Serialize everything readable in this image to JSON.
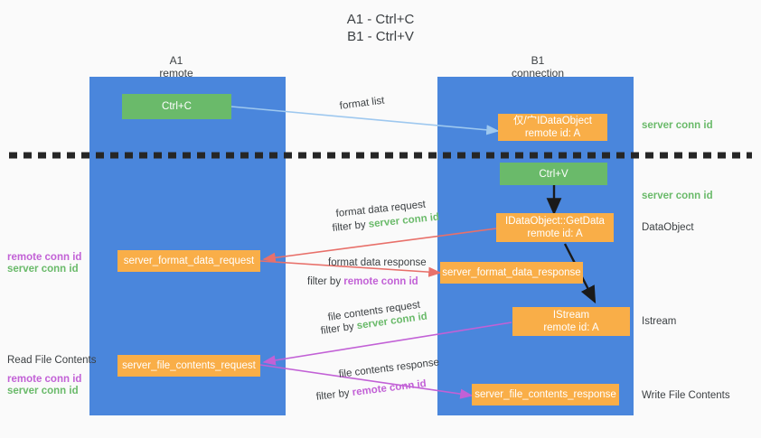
{
  "title": {
    "line1": "A1 - Ctrl+C",
    "line2": "B1 - Ctrl+V"
  },
  "colors": {
    "lane": "#4a86dc",
    "node_green": "#6aba6a",
    "node_orange": "#f9ae48",
    "server_conn_id": "#6aba6a",
    "remote_conn_id": "#c261d6",
    "arrow_format_list": "#9ec8ef",
    "arrow_format_data": "#e8706a",
    "arrow_file_contents": "#c261d6",
    "arrow_internal": "#1a1a1a",
    "divider": "#262626",
    "background": "#fafafa"
  },
  "lanes": [
    {
      "id": "a1",
      "title": "A1",
      "subtitle": "remote"
    },
    {
      "id": "b1",
      "title": "B1",
      "subtitle": "connection"
    }
  ],
  "nodes": {
    "ctrl_c": {
      "line1": "Ctrl+C",
      "line2": ""
    },
    "idataobject": {
      "line1": "仅/⼧IDataObject",
      "line2": "remote id: A"
    },
    "ctrl_v": {
      "line1": "Ctrl+V",
      "line2": ""
    },
    "getdata": {
      "line1": "IDataObject::GetData",
      "line2": "remote id: A"
    },
    "istream": {
      "line1": "IStream",
      "line2": "remote id: A"
    },
    "server_format_data_request": {
      "line1": "server_format_data_request",
      "line2": ""
    },
    "server_format_data_response": {
      "line1": "server_format_data_response",
      "line2": ""
    },
    "server_file_contents_request": {
      "line1": "server_file_contents_request",
      "line2": ""
    },
    "server_file_contents_response": {
      "line1": "server_file_contents_response",
      "line2": ""
    }
  },
  "edge_labels": {
    "format_list": "format list",
    "format_data_request": "format data request",
    "format_data_request_filter_prefix": "filter by ",
    "format_data_request_filter_value": "server conn id",
    "format_data_response": "format data response",
    "format_data_response_filter_prefix": "filter by ",
    "format_data_response_filter_value": "remote conn id",
    "file_contents_request": "file contents request",
    "file_contents_request_filter_prefix": "filter by ",
    "file_contents_request_filter_value": "server conn id",
    "file_contents_response": "file contents response",
    "file_contents_response_filter_prefix": "filter by ",
    "file_contents_response_filter_value": "remote conn id"
  },
  "right_notes": {
    "server_conn_id_top": "server conn id",
    "server_conn_id_mid": "server conn id",
    "dataobject": "DataObject",
    "istream": "Istream",
    "write_file_contents": "Write File Contents"
  },
  "left_notes": {
    "remote_conn_id_mid": "remote conn id",
    "server_conn_id_mid": "server conn id",
    "read_file_contents": "Read File Contents",
    "remote_conn_id_low": "remote conn id",
    "server_conn_id_low": "server conn id"
  }
}
